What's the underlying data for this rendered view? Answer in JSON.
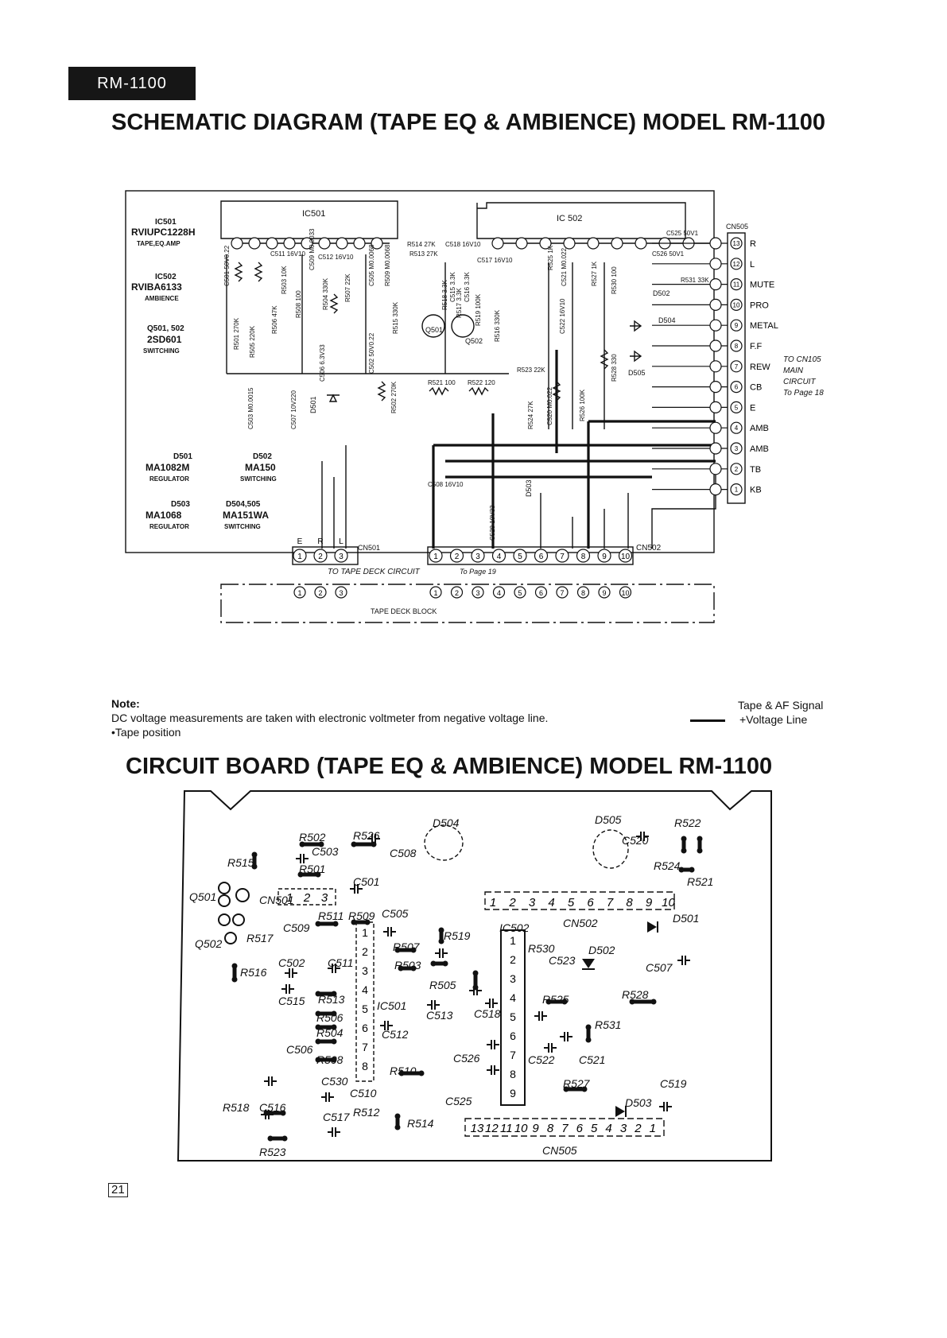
{
  "header": {
    "model_badge": "RM-1100"
  },
  "schematic": {
    "title": "SCHEMATIC DIAGRAM (TAPE EQ & AMBIENCE) MODEL RM-1100",
    "ic501": {
      "label": "IC501",
      "part": "RVIUPC1228H",
      "desc": "TAPE,EQ.AMP"
    },
    "ic502": {
      "label": "IC502",
      "part": "RVIBA6133",
      "desc": "AMBIENCE"
    },
    "q501": {
      "label": "Q501, 502",
      "part": "2SD601",
      "desc": "SWITCHING"
    },
    "d501": {
      "label": "D501",
      "part": "MA1082M",
      "desc": "REGULATOR"
    },
    "d502": {
      "label": "D502",
      "part": "MA150",
      "desc": "SWITCHING"
    },
    "d503": {
      "label": "D503",
      "part": "MA1068",
      "desc": "REGULATOR"
    },
    "d504": {
      "label": "D504,505",
      "part": "MA151WA",
      "desc": "SWITCHING"
    },
    "ic501_box": "IC501",
    "ic502_box": "IC 502",
    "cn505": "CN505",
    "cn501": "CN501",
    "cn502": "CN502",
    "cn505_pins": [
      {
        "n": "13",
        "sig": "R"
      },
      {
        "n": "12",
        "sig": "L"
      },
      {
        "n": "11",
        "sig": "MUTE"
      },
      {
        "n": "10",
        "sig": "PRO"
      },
      {
        "n": "9",
        "sig": "METAL"
      },
      {
        "n": "8",
        "sig": "F.F"
      },
      {
        "n": "7",
        "sig": "REW"
      },
      {
        "n": "6",
        "sig": "CB"
      },
      {
        "n": "5",
        "sig": "E"
      },
      {
        "n": "4",
        "sig": "AMB"
      },
      {
        "n": "3",
        "sig": "AMB"
      },
      {
        "n": "2",
        "sig": "TB"
      },
      {
        "n": "1",
        "sig": "KB"
      }
    ],
    "to_main": [
      "TO CN105",
      "MAIN",
      "CIRCUIT",
      "To Page 18"
    ],
    "cn501_pins": [
      "E",
      "R",
      "L"
    ],
    "to_tape_deck": "TO TAPE DECK CIRCUIT",
    "to_page": "To Page 19",
    "tape_deck_block": "TAPE DECK BLOCK",
    "components": [
      "R514 27K",
      "C518 16V10",
      "R513 27K",
      "C511 16V10",
      "C512 16V10",
      "C517 16V10",
      "C525 50V1",
      "C526 50V1",
      "R531 33K",
      "R523 22K",
      "R521 100",
      "R522 120",
      "R501 270K",
      "R502 270K",
      "R505 220K",
      "R504 330K",
      "R516 330K",
      "R515 330K",
      "C501 50V0.22",
      "C502 50V0.22",
      "C503 M0.0015",
      "C507 10V220",
      "C508 16V10",
      "C528 10V33",
      "R525 1K",
      "R527 1K",
      "R530 100",
      "R528 330",
      "R524 27K",
      "C520 M0.022",
      "C521 M0.022",
      "C522 16V10",
      "R526 100K",
      "C515 3.3K",
      "C516 3.3K",
      "R518 3.3K",
      "R517 3.3K",
      "R508 100",
      "C506 6.3V33",
      "R506 47K",
      "R507 22K",
      "C505 M0.0068",
      "R509 M0.0068",
      "R503 10K",
      "C509 M0.0033",
      "R519 100K"
    ],
    "labels": {
      "q501": "Q501",
      "q502": "Q502",
      "d501": "D501",
      "d502": "D502",
      "d503": "D503",
      "d504": "D504",
      "d505": "D505"
    }
  },
  "note": {
    "heading": "Note:",
    "line1": "DC voltage measurements are taken with electronic voltmeter from negative voltage line.",
    "line2": "•Tape position",
    "legend_a": "Tape & AF Signal",
    "legend_b": "+Voltage Line"
  },
  "board": {
    "title": "CIRCUIT BOARD (TAPE EQ & AMBIENCE) MODEL RM-1100",
    "cn501_pins": [
      "1",
      "2",
      "3"
    ],
    "cn502_pins": [
      "1",
      "2",
      "3",
      "4",
      "5",
      "6",
      "7",
      "8",
      "9",
      "10"
    ],
    "cn505_pins": [
      "13",
      "12",
      "11",
      "10",
      "9",
      "8",
      "7",
      "6",
      "5",
      "4",
      "3",
      "2",
      "1"
    ],
    "ic501_pins": [
      "1",
      "2",
      "3",
      "4",
      "5",
      "6",
      "7",
      "8"
    ],
    "ic502_pins": [
      "1",
      "2",
      "3",
      "4",
      "5",
      "6",
      "7",
      "8",
      "9"
    ],
    "labels": {
      "cn501": "CN501",
      "cn502": "CN502",
      "cn505": "CN505",
      "ic501": "IC501",
      "ic502": "IC502",
      "q501": "Q501",
      "q502": "Q502",
      "r502": "R502",
      "r526": "R526",
      "r515": "R515",
      "c503": "C503",
      "r501": "R501",
      "d504": "D504",
      "c508": "C508",
      "d505": "D505",
      "c520": "C520",
      "r522": "R522",
      "r524": "R524",
      "r521": "R521",
      "c501": "C501",
      "c509": "C509",
      "r511": "R511",
      "r509": "R509",
      "c505": "C505",
      "r519": "R519",
      "r507": "R507",
      "r503": "R503",
      "r505": "R505",
      "r517": "R517",
      "r516": "R516",
      "c502": "C502",
      "c511": "C511",
      "c515": "C515",
      "r513": "R513",
      "r506": "R506",
      "r504": "R504",
      "c506": "C506",
      "r508": "R508",
      "c530": "C530",
      "c510": "C510",
      "c512": "C512",
      "c513": "C513",
      "r510": "R510",
      "r518": "R518",
      "c516": "C516",
      "c517": "C517",
      "r512": "R512",
      "r514": "R514",
      "r523": "R523",
      "d501": "D501",
      "r530": "R530",
      "c523": "C523",
      "d502": "D502",
      "c507": "C507",
      "c518": "C518",
      "r525": "R525",
      "r528": "R528",
      "r531": "R531",
      "c526": "C526",
      "c522": "C522",
      "c521": "C521",
      "c525": "C525",
      "r527": "R527",
      "c519": "C519",
      "d503": "D503"
    }
  },
  "page_number": "21"
}
